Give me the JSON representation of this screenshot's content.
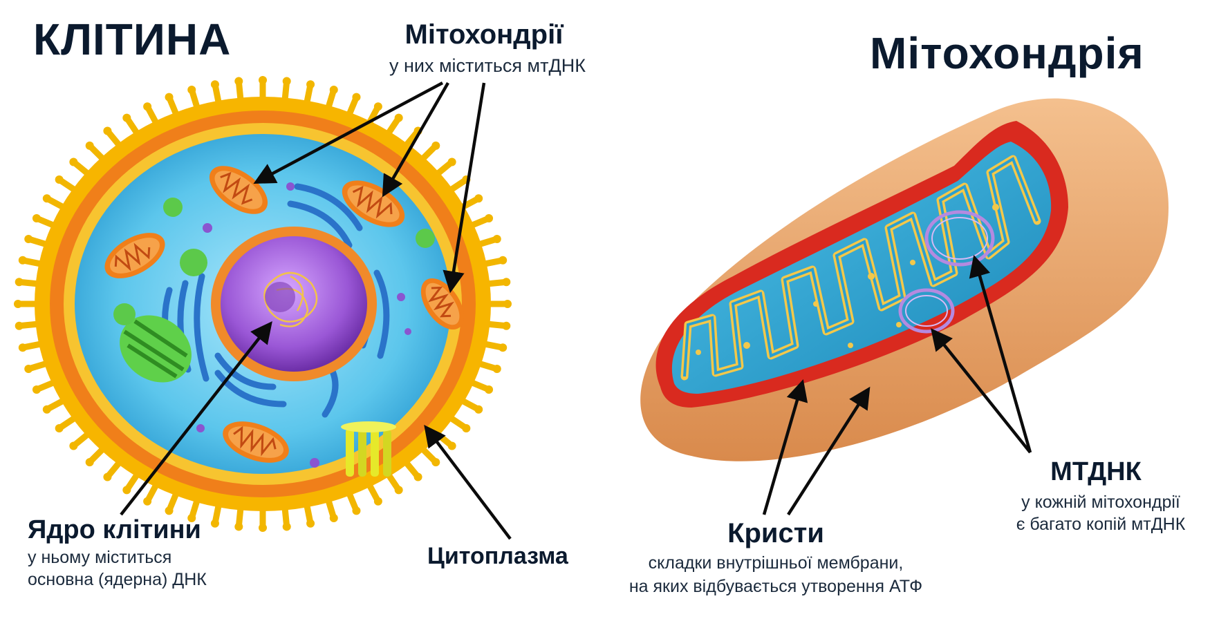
{
  "cell": {
    "title": "КЛІТИНА",
    "mito_label": "Мітохондрії",
    "mito_sub": "у них міститься мтДНК",
    "nucleus_label": "Ядро клітини",
    "nucleus_sub_1": "у ньому міститься",
    "nucleus_sub_2": "основна (ядерна) ДНК",
    "cytoplasm_label": "Цитоплазма"
  },
  "mitochondrion": {
    "title": "Мітохондрія",
    "mtdna_label": "МТДНК",
    "mtdna_sub_1": "у кожній мітохондрії",
    "mtdna_sub_2": "є багато копій мтДНК",
    "cristae_label": "Кристи",
    "cristae_sub_1": "складки внутрішньої мембрани,",
    "cristae_sub_2": "на яких відбувається утворення АТФ"
  },
  "colors": {
    "cell_membrane": "#f5b400",
    "cytoplasm": "#56c3ea",
    "nucleus": "#9b59c9",
    "mito_outer": "#e9a46a",
    "mito_inner": "#e0352a",
    "matrix": "#2aa3cf",
    "arrow": "#0b0b0b"
  }
}
